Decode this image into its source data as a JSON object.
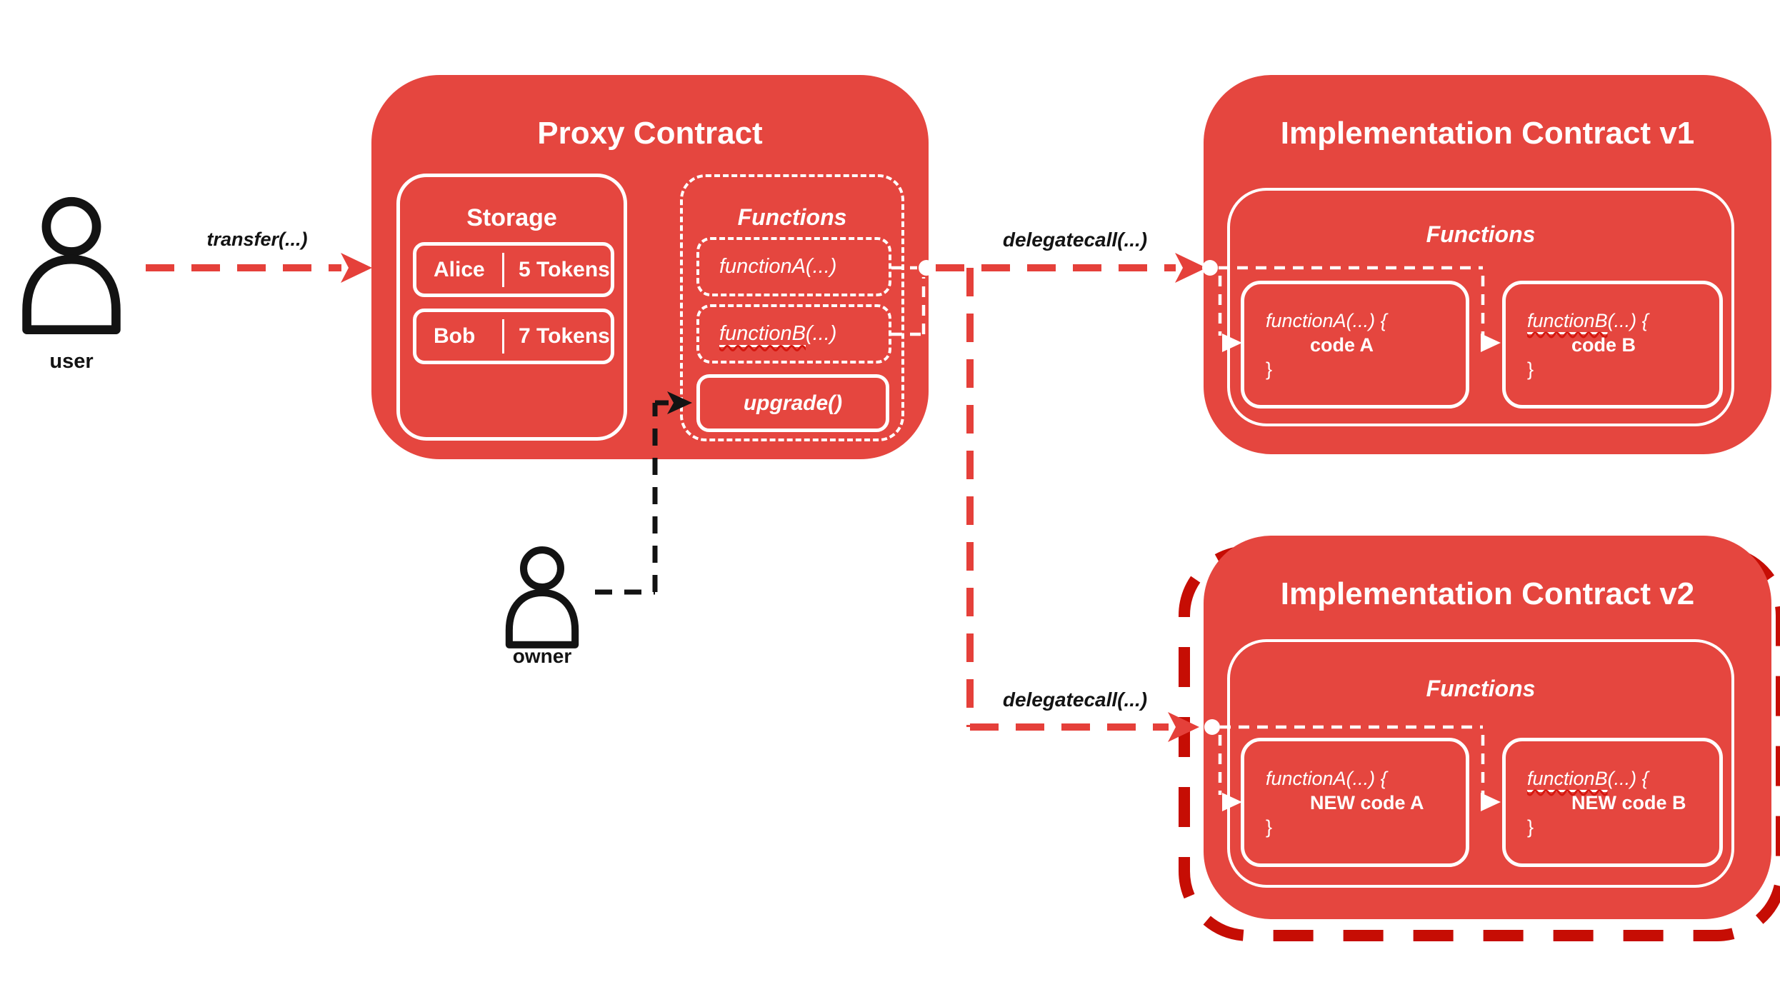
{
  "colors": {
    "box_red": "#e5463f",
    "line_red": "#e5403a",
    "halo_red": "#c60d04",
    "ink": "#131313",
    "white": "#ffffff",
    "squiggle_red": "#d6170f"
  },
  "actors": {
    "user": {
      "label": "user",
      "icon": "person-icon"
    },
    "owner": {
      "label": "owner",
      "icon": "person-icon"
    }
  },
  "arrows": {
    "transfer_label": "transfer(...)",
    "delegatecall_v1_label": "delegatecall(...)",
    "delegatecall_v2_label": "delegatecall(...)"
  },
  "proxy": {
    "title": "Proxy Contract",
    "storage": {
      "title": "Storage",
      "rows": [
        {
          "name": "Alice",
          "value": "5 Tokens"
        },
        {
          "name": "Bob",
          "value": "7 Tokens"
        }
      ]
    },
    "functions": {
      "title": "Functions",
      "items": [
        {
          "fn": "functionA",
          "rest": "(...)"
        },
        {
          "fn": "functionB",
          "rest": "(...)"
        }
      ],
      "upgrade_label": "upgrade()"
    }
  },
  "impl_v1": {
    "title": "Implementation Contract v1",
    "functions": {
      "title": "Functions",
      "boxes": [
        {
          "fn": "functionA",
          "rest": "(...) {",
          "body": "code A",
          "close": "}"
        },
        {
          "fn": "functionB",
          "rest": "(...) {",
          "body": "code B",
          "close": "}"
        }
      ]
    }
  },
  "impl_v2": {
    "title": "Implementation Contract v2",
    "functions": {
      "title": "Functions",
      "boxes": [
        {
          "fn": "functionA",
          "rest": "(...) {",
          "body": "NEW code A",
          "close": "}"
        },
        {
          "fn": "functionB",
          "rest": "(...) {",
          "body": "NEW code B",
          "close": "}"
        }
      ]
    }
  }
}
